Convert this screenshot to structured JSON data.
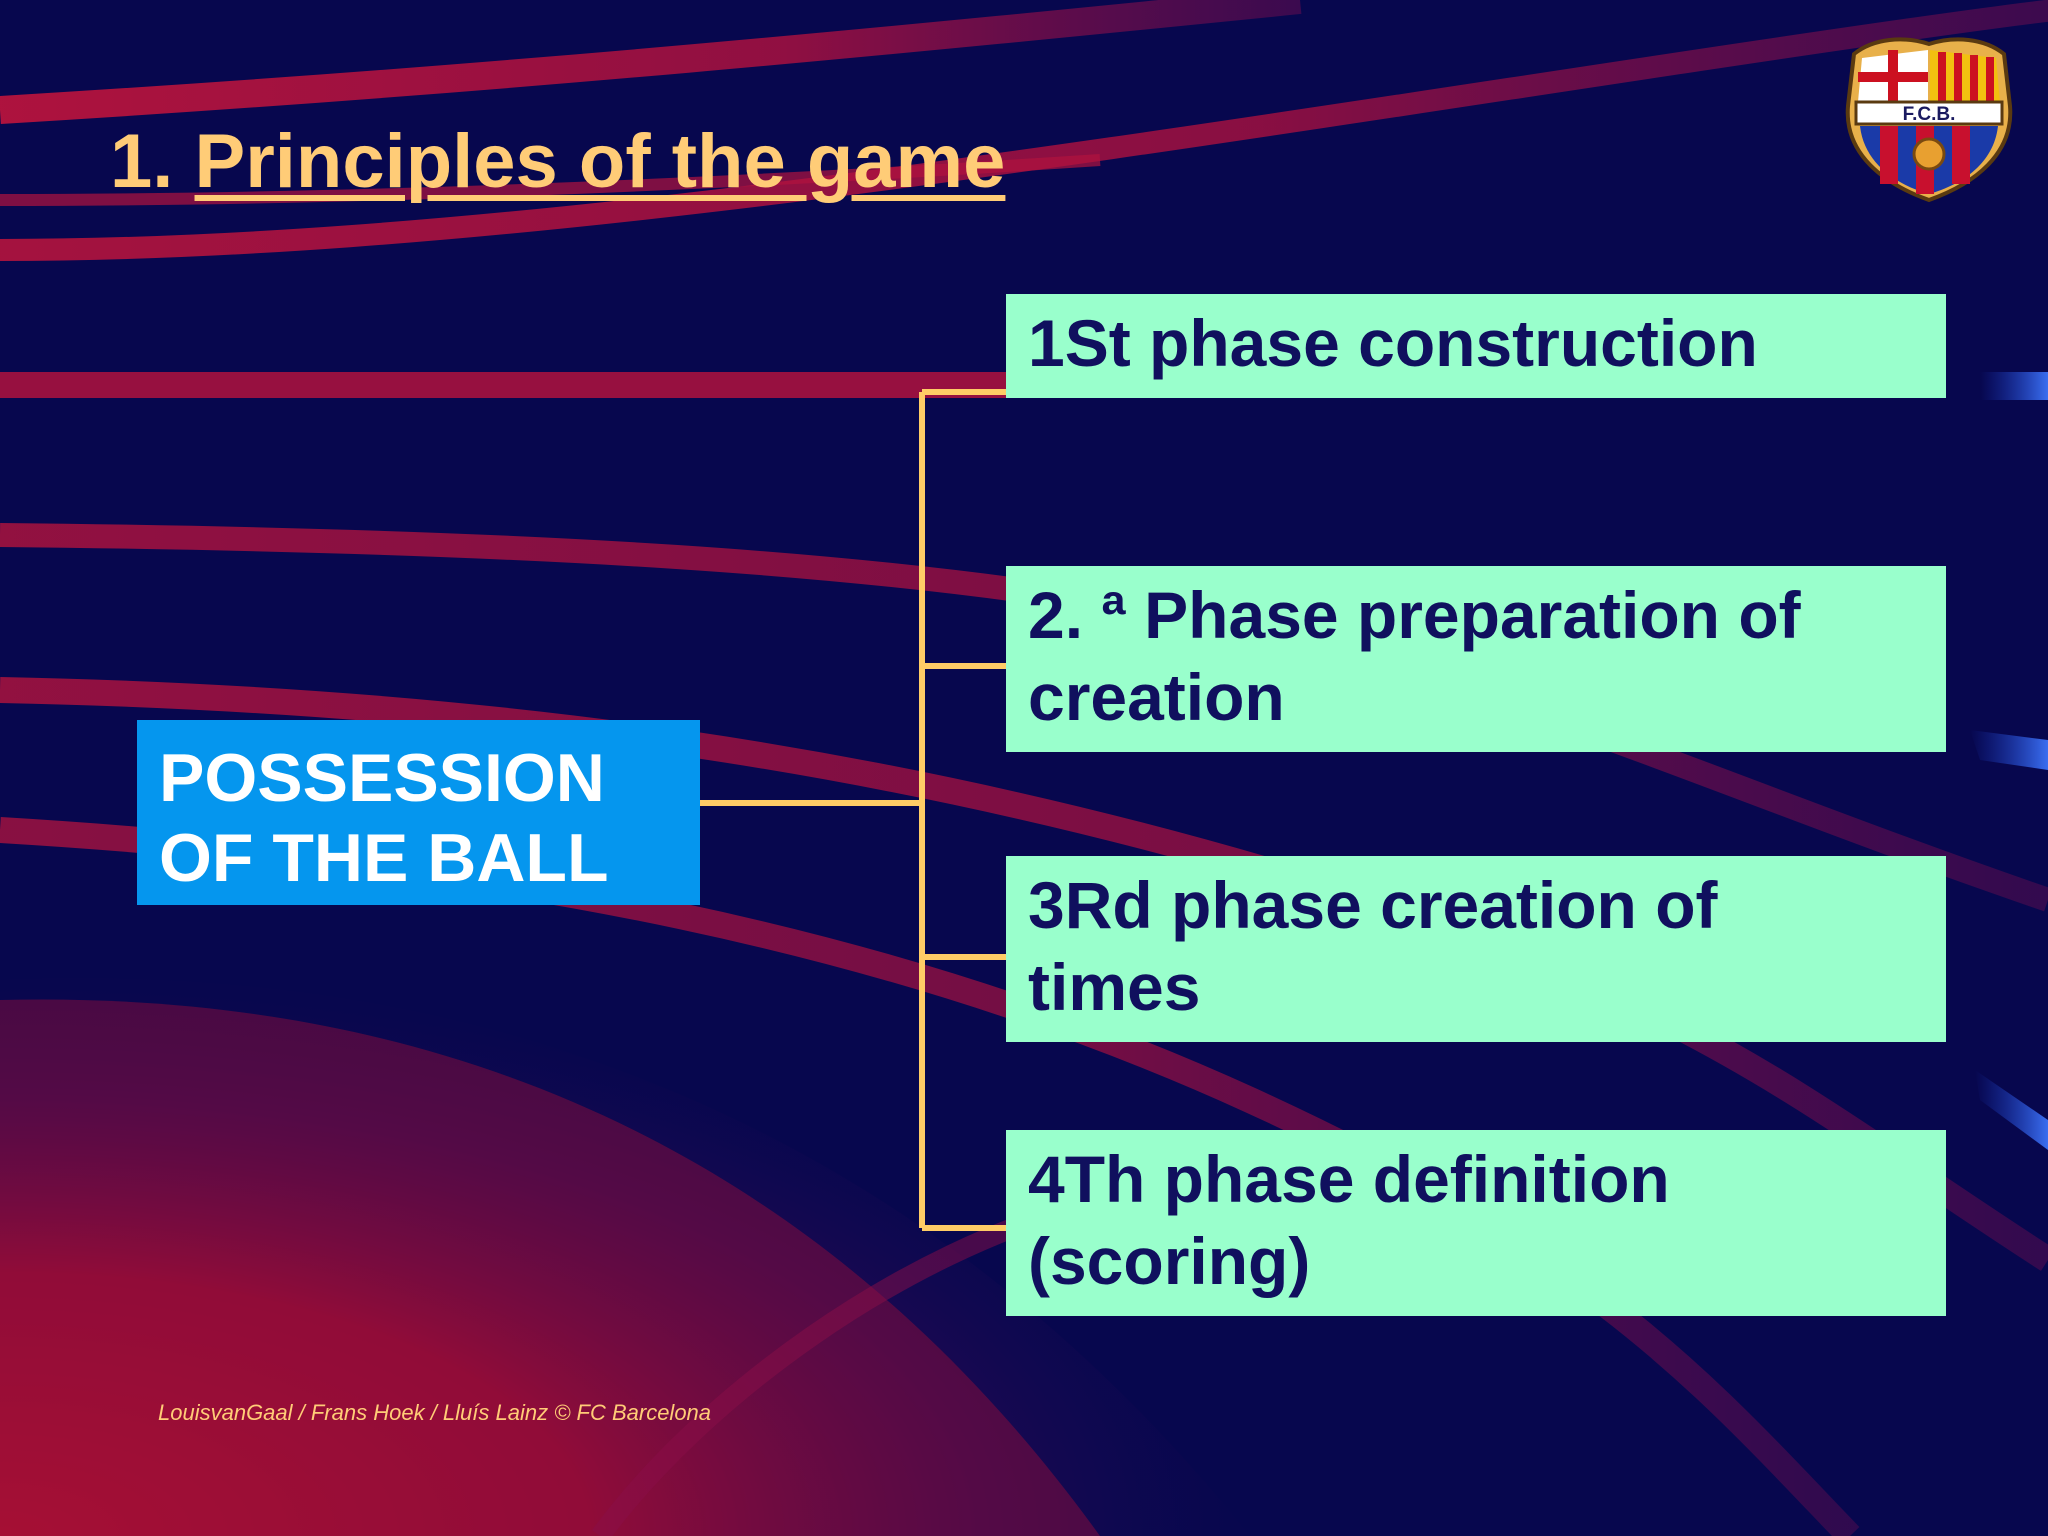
{
  "slide": {
    "title_number": "1.",
    "title_text": "Principles of the game",
    "footer": "LouisvanGaal / Frans Hoek /  Lluís Lainz © FC Barcelona"
  },
  "logo": {
    "text": "F.C.B.",
    "icon": "fcb-crest-icon"
  },
  "diagram": {
    "root": {
      "lines": [
        "POSSESSION",
        "OF THE BALL"
      ]
    },
    "phases": [
      {
        "lines": [
          "1St phase construction"
        ]
      },
      {
        "lines": [
          "2. ª Phase preparation of",
          "creation"
        ]
      },
      {
        "lines": [
          "3Rd phase creation of",
          "times"
        ]
      },
      {
        "lines": [
          "4Th phase definition",
          "(scoring)"
        ]
      }
    ]
  },
  "colors": {
    "background": "#07074e",
    "title": "#ffcc77",
    "root_box": "#0596ee",
    "phase_box": "#99ffcc",
    "phase_text": "#10105e",
    "connector": "#ffcc66",
    "stripe": "#b0123e"
  }
}
